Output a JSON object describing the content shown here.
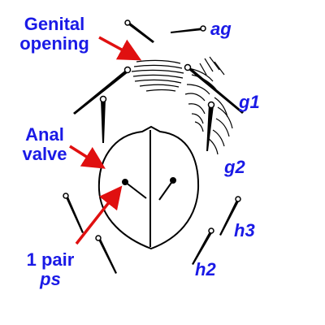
{
  "labels": {
    "genital_opening": {
      "line1": "Genital",
      "line2": "opening"
    },
    "anal_valve": {
      "line1": "Anal",
      "line2": "valve"
    },
    "pair_ps": {
      "line1": "1 pair",
      "line2": "ps"
    },
    "ag": "ag",
    "g1": "g1",
    "g2": "g2",
    "h3": "h3",
    "h2": "h2"
  },
  "colors": {
    "label_blue": "#1a1ae6",
    "arrow_red": "#e01010",
    "ink": "#000000",
    "leader_blue": "#1a1ae6"
  }
}
